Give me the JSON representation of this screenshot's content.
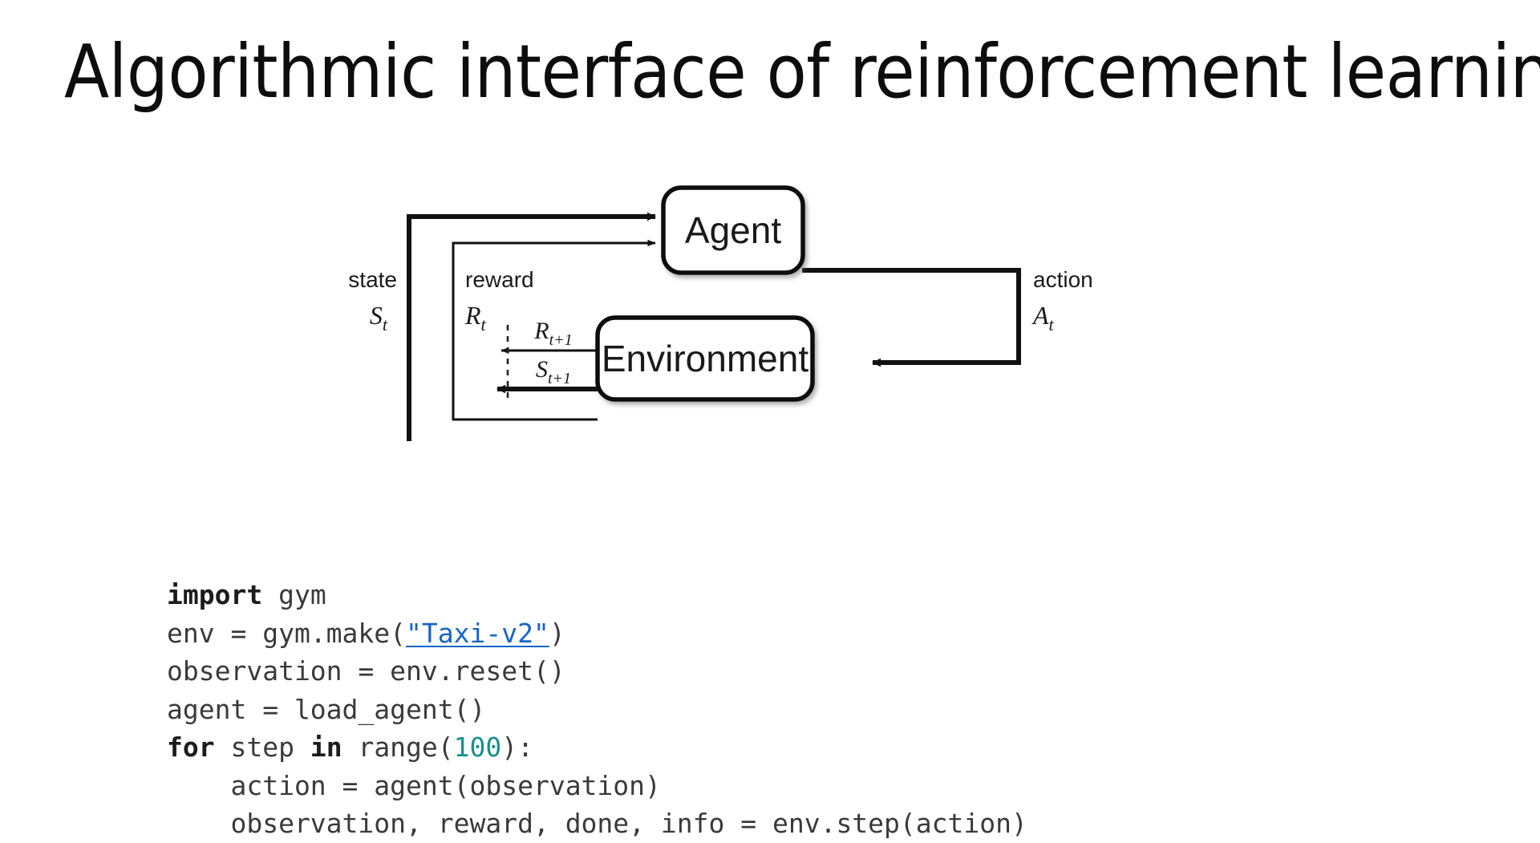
{
  "slide": {
    "title": "Algorithmic interface of reinforcement learning",
    "background_color": "#ffffff",
    "text_color": "#0d0d0d"
  },
  "diagram": {
    "name": "agent-environment-interaction-loop",
    "caption": "",
    "nodes": [
      {
        "id": "agent",
        "label": "Agent"
      },
      {
        "id": "environment",
        "label": "Environment"
      }
    ],
    "edges": [
      {
        "id": "state-in",
        "from": "environment",
        "to": "agent",
        "label": "state",
        "symbol": "S",
        "subscript": "t"
      },
      {
        "id": "reward-in",
        "from": "environment",
        "to": "agent",
        "label": "reward",
        "symbol": "R",
        "subscript": "t"
      },
      {
        "id": "action-out",
        "from": "agent",
        "to": "environment",
        "label": "action",
        "symbol": "A",
        "subscript": "t"
      },
      {
        "id": "reward-next",
        "from": "environment",
        "to": "boundary",
        "symbol": "R",
        "subscript": "t+1"
      },
      {
        "id": "state-next",
        "from": "environment",
        "to": "boundary",
        "symbol": "S",
        "subscript": "t+1"
      }
    ],
    "labels": {
      "agent": "Agent",
      "environment": "Environment",
      "state": "state",
      "state_symbol": "S",
      "state_subscript": "t",
      "reward": "reward",
      "reward_symbol": "R",
      "reward_subscript": "t",
      "action": "action",
      "action_symbol": "A",
      "action_subscript": "t",
      "reward_next_symbol": "R",
      "reward_next_subscript": "t+1",
      "state_next_symbol": "S",
      "state_next_subscript": "t+1"
    },
    "stroke_color": "#111111"
  },
  "code": {
    "language": "python",
    "keyword_color": "#1c1c1c",
    "number_color": "#188f8f",
    "link_color": "#1565c8",
    "text_color": "#3a3a3a",
    "lines": [
      {
        "id": "l1",
        "tokens": [
          {
            "t": "import",
            "k": "kw"
          },
          {
            "t": " gym",
            "k": ""
          }
        ]
      },
      {
        "id": "l2",
        "tokens": [
          {
            "t": "env = gym.make(",
            "k": ""
          },
          {
            "t": "\"Taxi-v2\"",
            "k": "link"
          },
          {
            "t": ")",
            "k": ""
          }
        ]
      },
      {
        "id": "l3",
        "tokens": [
          {
            "t": "observation = env.reset()",
            "k": ""
          }
        ]
      },
      {
        "id": "l4",
        "tokens": [
          {
            "t": "agent = load_agent()",
            "k": ""
          }
        ]
      },
      {
        "id": "l5",
        "tokens": [
          {
            "t": "for",
            "k": "kw"
          },
          {
            "t": " step ",
            "k": ""
          },
          {
            "t": "in",
            "k": "kw"
          },
          {
            "t": " range(",
            "k": ""
          },
          {
            "t": "100",
            "k": "num"
          },
          {
            "t": "):",
            "k": ""
          }
        ]
      },
      {
        "id": "l6",
        "tokens": [
          {
            "t": "    action = agent(observation)",
            "k": ""
          }
        ]
      },
      {
        "id": "l7",
        "tokens": [
          {
            "t": "    observation, reward, done, info = env.step(action)",
            "k": ""
          }
        ]
      }
    ],
    "plain_text": "import gym\nenv = gym.make(\"Taxi-v2\")\nobservation = env.reset()\nagent = load_agent()\nfor step in range(100):\n    action = agent(observation)\n    observation, reward, done, info = env.step(action)",
    "link_target_label": "\"Taxi-v2\""
  }
}
